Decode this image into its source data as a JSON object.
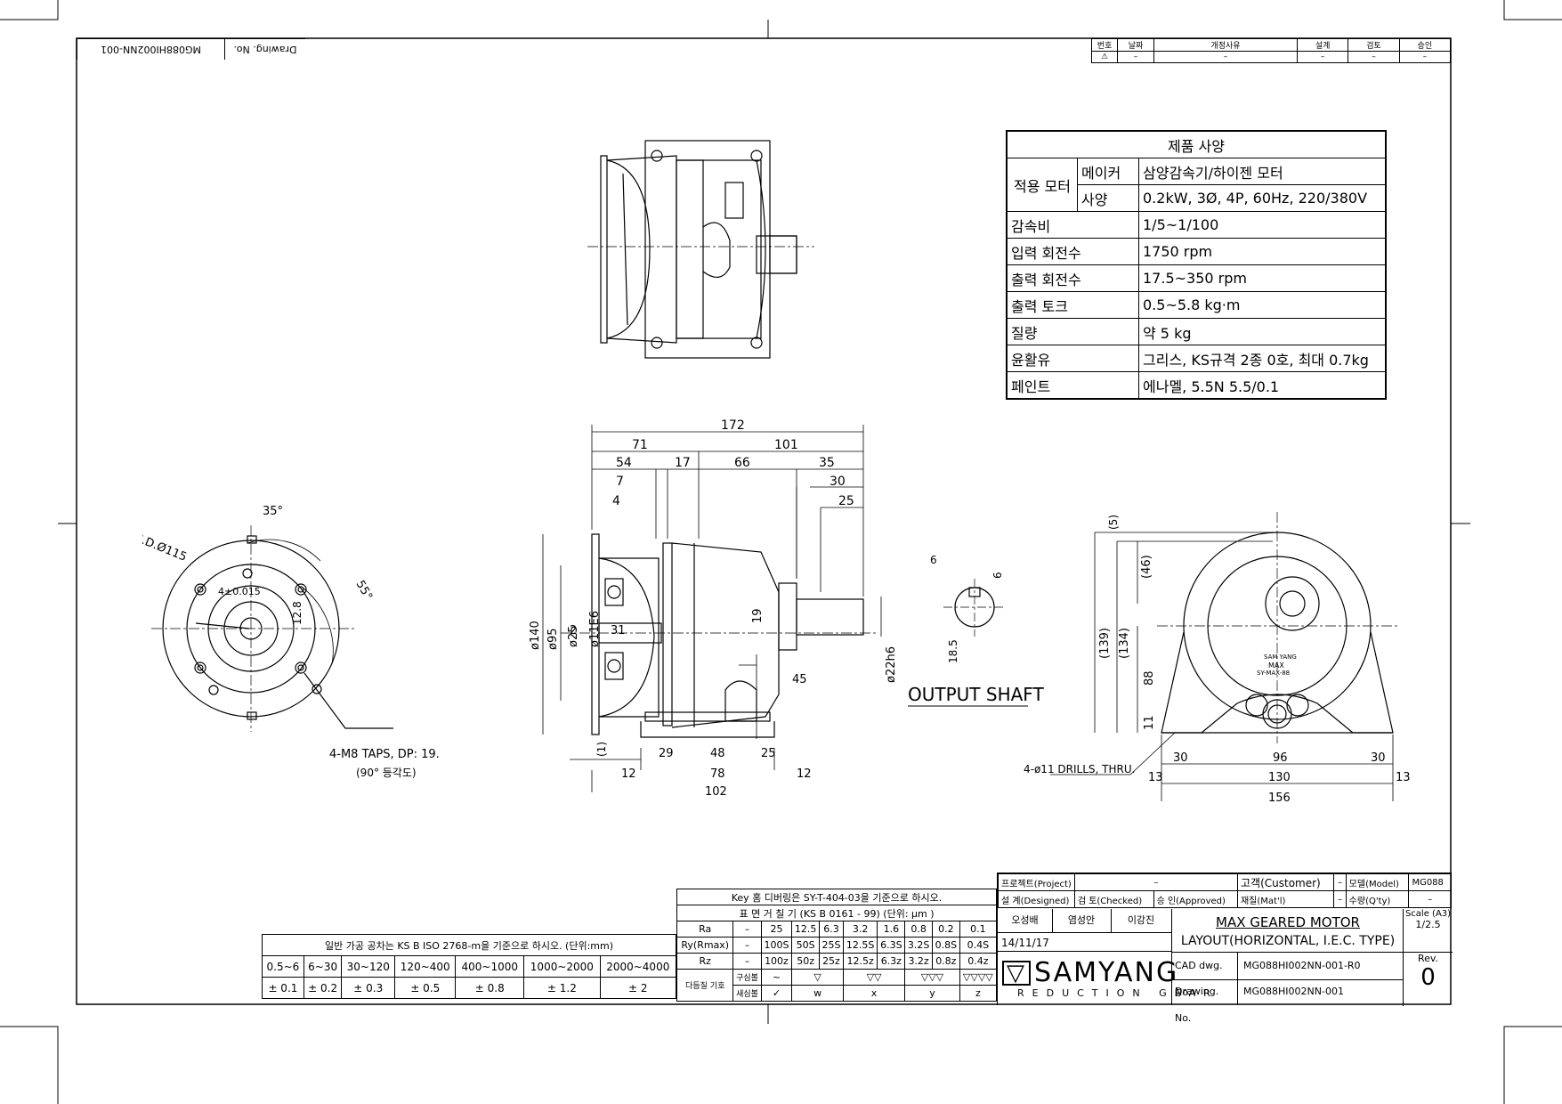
{
  "drawing_no_label": "Drawing. No.",
  "drawing_no_top": "MG088HI002NN-001",
  "revision_table": {
    "headers": [
      "번호",
      "날짜",
      "개정사유",
      "설계",
      "검토",
      "승인"
    ],
    "row": [
      "⚠",
      "–",
      "–",
      "–",
      "–",
      "–"
    ]
  },
  "spec": {
    "title": "제품 사양",
    "motor_label": "적용 모터",
    "maker_label": "메이커",
    "maker_value": "삼양감속기/하이젠 모터",
    "spec_label": "사양",
    "spec_value": "0.2kW, 3Ø, 4P, 60Hz, 220/380V",
    "rows": [
      {
        "label": "감속비",
        "value": "1/5~1/100"
      },
      {
        "label": "입력 회전수",
        "value": "1750 rpm"
      },
      {
        "label": "출력 회전수",
        "value": "17.5~350 rpm"
      },
      {
        "label": "출력 토크",
        "value": "0.5~5.8 kg·m"
      },
      {
        "label": "질량",
        "value": "약 5 kg"
      },
      {
        "label": "윤활유",
        "value": "그리스, KS규격 2종 0호, 최대 0.7kg"
      },
      {
        "label": "페인트",
        "value": "에나멜, 5.5N 5.5/0.1"
      }
    ]
  },
  "dims": {
    "d172": "172",
    "d71": "71",
    "d101": "101",
    "d54": "54",
    "d17": "17",
    "d66": "66",
    "d35": "35",
    "d30": "30",
    "d25": "25",
    "d7": "7",
    "d4": "4",
    "d140": "ø140",
    "d95": "ø95",
    "d25s": "ø25",
    "d11": "ø11E6",
    "d2": "2",
    "d31": "31",
    "d19": "19",
    "d45": "45",
    "d22": "ø22h6",
    "d29": "29",
    "d48": "48",
    "d25b": "25",
    "d78": "78",
    "d12a": "12",
    "d12b": "12",
    "d102": "102",
    "d1": "(1)",
    "d139": "(139)",
    "d134": "(134)",
    "d46": "(46)",
    "d5": "(5)",
    "d88": "88",
    "d11b": "11",
    "d30a": "30",
    "d96": "96",
    "d30b": "30",
    "d13a": "13",
    "d130": "130",
    "d13b": "13",
    "d156": "156",
    "bcd": "B.C.D.Ø115",
    "a35": "35°",
    "a55": "55°",
    "k4": "4±0.015",
    "k128": "12.8",
    "taps": "4-M8 TAPS, DP: 19.",
    "taps_sub": "(90° 등각도)",
    "drills": "4-ø11 DRILLS, THRU.",
    "os6": "6",
    "os18": "18.5",
    "output_shaft": "OUTPUT SHAFT"
  },
  "brand_badge": [
    "SAM YANG",
    "MAX",
    "SY-MAX-88"
  ],
  "tolerance": {
    "note": "일반 가공 공차는 KS B ISO 2768-m을 기준으로 하시오. (단위:mm)",
    "ranges": [
      "0.5~6",
      "6~30",
      "30~120",
      "120~400",
      "400~1000",
      "1000~2000",
      "2000~4000"
    ],
    "values": [
      "± 0.1",
      "± 0.2",
      "± 0.3",
      "± 0.5",
      "± 0.8",
      "± 1.2",
      "± 2"
    ]
  },
  "roughness": {
    "key_note": "Key 홈 디버링은 SY-T-404-03을 기준으로 하시오.",
    "header": "표 면 거 칠 기 (KS B 0161 - 99) (단위: µm )",
    "ra_label": "Ra",
    "ra": [
      "–",
      "25",
      "12.5",
      "6.3",
      "3.2",
      "1.6",
      "0.8",
      "0.2",
      "0.1"
    ],
    "ry_label": "Ry(Rmax)",
    "ry": [
      "–",
      "100S",
      "50S",
      "25S",
      "12.5S",
      "6.3S",
      "3.2S",
      "0.8S",
      "0.4S"
    ],
    "rz_label": "Rz",
    "rz": [
      "–",
      "100z",
      "50z",
      "25z",
      "12.5z",
      "6.3z",
      "3.2z",
      "0.8z",
      "0.4z"
    ],
    "sym_label1": "다듬질 기호",
    "sym_label2": "구심볼",
    "sym_label3": "새심볼",
    "old": [
      "~",
      "▽",
      "▽▽",
      "▽▽▽",
      "▽▽▽▽"
    ],
    "new": [
      "✓",
      "w",
      "x",
      "y",
      "z"
    ]
  },
  "title_block": {
    "project_label": "프로젝트(Project)",
    "project_value": "–",
    "customer_label": "고객(Customer)",
    "customer_value": "–",
    "model_label": "모델(Model)",
    "model_value": "MG088",
    "designed_label": "설 계(Designed)",
    "checked_label": "검 토(Checked)",
    "approved_label": "승 인(Approved)",
    "material_label": "재질(Mat'l)",
    "material_value": "–",
    "qty_label": "수량(Q'ty)",
    "qty_value": "–",
    "designer": "오성배",
    "checker": "염성안",
    "approver": "이강진",
    "date": "14/11/17",
    "title1": "MAX GEARED MOTOR",
    "title2": "LAYOUT(HORIZONTAL, I.E.C. TYPE)",
    "scale_label": "Scale (A3)",
    "scale_value": "1/2.5",
    "company": "SAMYANG",
    "company_sub": "REDUCTION GEAR",
    "cad_label": "CAD dwg. No.",
    "cad_value": "MG088HI002NN-001-R0",
    "dwg_label": "Drawing. No.",
    "dwg_value": "MG088HI002NN-001",
    "rev_label": "Rev.",
    "rev_value": "0"
  }
}
